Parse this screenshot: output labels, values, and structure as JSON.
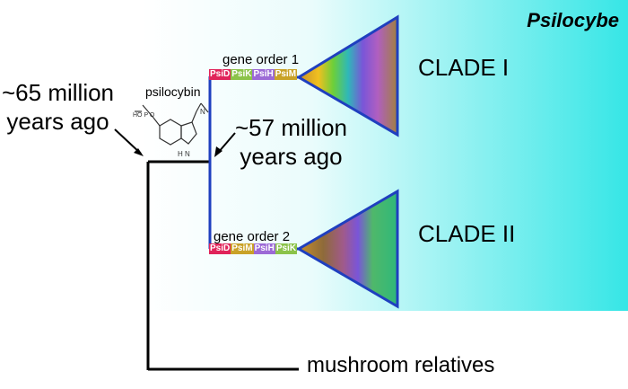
{
  "title": "Psilocybe",
  "labels": {
    "age_65": "~65 million years ago",
    "age_65_line1": "~65 million",
    "age_65_line2": "years ago",
    "age_57_line1": "~57 million",
    "age_57_line2": "years ago",
    "compound": "psilocybin",
    "gene_order_1": "gene order 1",
    "gene_order_2": "gene order 2",
    "clade_1": "CLADE I",
    "clade_2": "CLADE II",
    "outgroup": "mushroom relatives"
  },
  "gene_order_1_genes": [
    {
      "name": "PsiD",
      "color": "#e0245a"
    },
    {
      "name": "PsiK",
      "color": "#8bc34a"
    },
    {
      "name": "PsiH",
      "color": "#9c6ad6"
    },
    {
      "name": "PsiM",
      "color": "#c9a227"
    }
  ],
  "gene_order_2_genes": [
    {
      "name": "PsiD",
      "color": "#e0245a"
    },
    {
      "name": "PsiM",
      "color": "#c9a227"
    },
    {
      "name": "PsiH",
      "color": "#9c6ad6"
    },
    {
      "name": "PsiK",
      "color": "#8bc34a"
    }
  ],
  "colors": {
    "background_gradient_start": "#ffffff",
    "background_gradient_end": "#2fe3e3",
    "tree_blue": "#1f3fbf",
    "tree_black": "#000000"
  }
}
